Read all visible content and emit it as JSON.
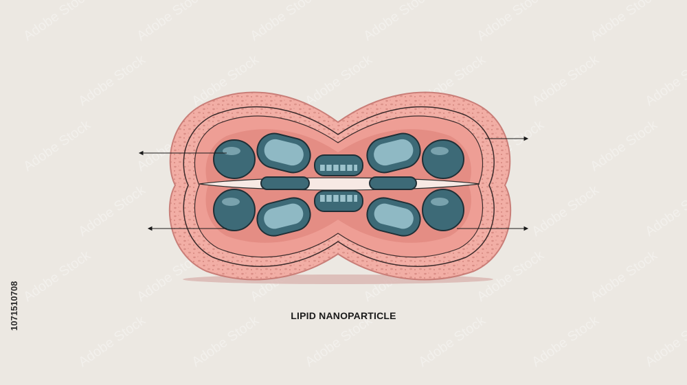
{
  "caption": "LIPID NANOPARTICLE",
  "stock_id": "1071510708",
  "watermark": "Adobe Stock",
  "colors": {
    "background": "#ece8e2",
    "membrane": "#f0a9a0",
    "membrane_inner": "#e8998f",
    "dark_blob": "#3d6a77",
    "light_blob": "#5e93a2",
    "outline": "#1f2f36"
  }
}
